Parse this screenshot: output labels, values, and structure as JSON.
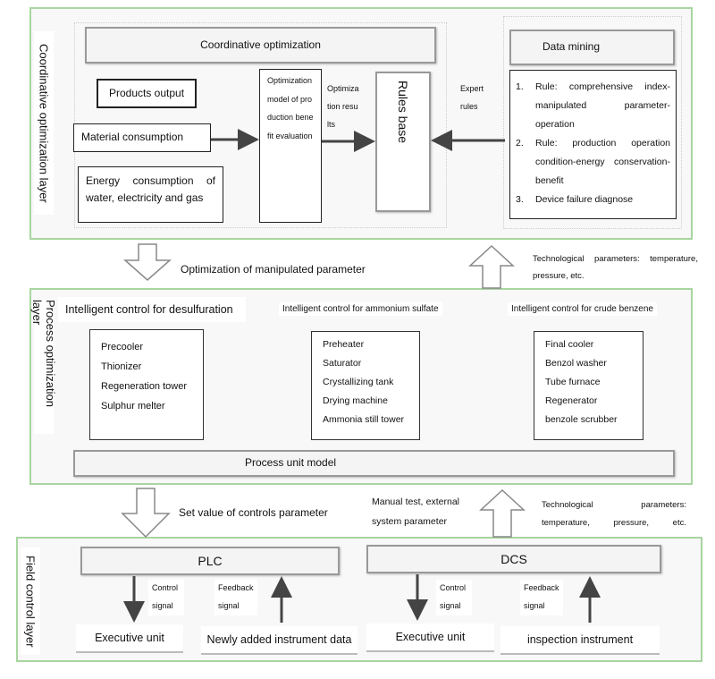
{
  "layers": {
    "top": "Coordinative optimization layer",
    "middle": "Process optimization layer",
    "bottom": "Field control layer"
  },
  "top": {
    "coordinative": "Coordinative optimization",
    "products": "Products output",
    "material": "Material consumption",
    "energy": "Energy consumption of water, electricity and gas",
    "model": "Optimization model of production benefit evaluation",
    "results": "Optimization results",
    "rules_base": "Rules base",
    "expert": "Expert rules",
    "data_mining": "Data mining",
    "rules": [
      {
        "n": "1.",
        "text": "Rule: comprehensive index-manipulated parameter-operation"
      },
      {
        "n": "2.",
        "text": "Rule: production operation condition-energy conservation-benefit"
      },
      {
        "n": "3.",
        "text": "Device failure diagnose"
      }
    ]
  },
  "between1": {
    "down": "Optimization of manipulated parameter",
    "up": "Technological parameters: temperature, pressure, etc."
  },
  "middle": {
    "controls": [
      "Intelligent control for desulfuration",
      "Intelligent control for ammonium sulfate",
      "Intelligent control for crude benzene"
    ],
    "equipment": [
      [
        "Precooler",
        "Thionizer",
        "Regeneration tower",
        "Sulphur melter"
      ],
      [
        "Preheater",
        "Saturator",
        "Crystallizing tank",
        "Drying machine",
        "Ammonia still tower"
      ],
      [
        "Final cooler",
        "Benzol washer",
        "Tube furnace",
        "Regenerator",
        "benzole scrubber"
      ]
    ],
    "unit_model": "Process unit model"
  },
  "between2": {
    "down": "Set value of controls parameter",
    "manual": "Manual test, external system parameter",
    "up": "Technological parameters: temperature, pressure, etc."
  },
  "bottom": {
    "plc": "PLC",
    "dcs": "DCS",
    "control_signal": "Control signal",
    "feedback_signal": "Feedback signal",
    "exec1": "Executive unit",
    "newly": "Newly added instrument data",
    "exec2": "Executive unit",
    "inspection": "inspection instrument"
  }
}
